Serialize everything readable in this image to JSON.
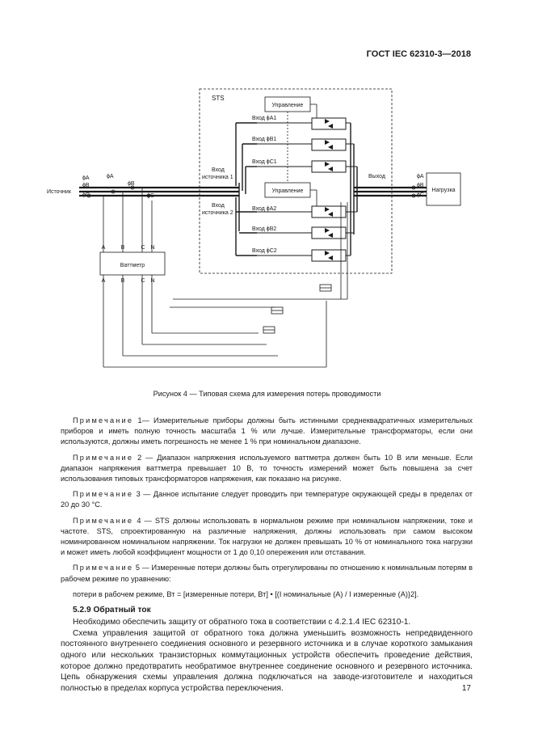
{
  "header": {
    "standard": "ГОСТ IEC 62310-3—2018"
  },
  "diagram": {
    "sts_label": "STS",
    "control_label": "Управление",
    "inputs_top": [
      "Вход ϕA1",
      "Вход ϕB1",
      "Вход ϕC1"
    ],
    "inputs_bottom": [
      "Вход ϕA2",
      "Вход ϕB2",
      "Вход ϕC2"
    ],
    "source1_line1": "Вход",
    "source1_line2": "источника 1",
    "source2_line1": "Вход",
    "source2_line2": "источника 2",
    "output_label": "Выход",
    "source_label": "Источник",
    "load_label": "Нагрузка",
    "wattmeter_label": "Ваттметр",
    "phases": [
      "ϕA",
      "ϕB",
      "ϕC"
    ],
    "meter_terminals": [
      "A",
      "B",
      "C",
      "N"
    ]
  },
  "caption": "Рисунок 4 — Типовая схема для измерения потерь проводимости",
  "notes": [
    {
      "label": "Примечание",
      "text": " 1— Измерительные приборы должны быть истинными среднеквадратичных измерительных приборов и иметь полную точность масштаба 1 % или лучше. Измерительные трансформаторы, если они используются, должны иметь погрешность не менее 1 % при номинальном диапазоне."
    },
    {
      "label": "Примечание",
      "text": " 2 — Диапазон напряжения используемого ваттметра должен быть 10 В или меньше. Если диапазон напряжения ваттметра превышает 10 В, то точность измерений может быть повышена за счет использования типовых трансформаторов напряжения, как показано на рисунке."
    },
    {
      "label": "Примечание",
      "text": " 3 — Данное испытание следует проводить при температуре окружающей среды в пределах от 20 до 30 °С."
    },
    {
      "label": "Примечание",
      "text": " 4 — STS должны использовать в нормальном режиме при номинальном напряжении, токе и частоте. STS, спроектированную на различные напряжения, должны использовать при самом высоком номинированном номинальном напряжении. Ток нагрузки не должен превышать 10 % от номинального тока нагрузки и может иметь любой коэффициент мощности от 1 до 0,10 опережения или отставания."
    },
    {
      "label": "Примечание",
      "text": " 5 — Измеренные потери должны быть отрегулированы по отношению к номинальным потерям в рабочем режиме по уравнению:"
    }
  ],
  "formula": "потери в рабочем режиме, Вт = [измеренные потери, Вт] • [(I номинальные (А) / I измеренные (А)}2].",
  "section": {
    "title": "5.2.9 Обратный ток",
    "paragraphs": [
      "Необходимо обеспечить защиту от обратного тока в соответствии с 4.2.1.4 IEC 62310-1.",
      "Схема управления защитой от обратного тока должна уменьшить возможность непредвиденного постоянного внутреннего соединения основного и резервного источника и в случае короткого замыкания одного или нескольких транзисторных коммутационных устройств обеспечить проведение действия, которое должно предотвратить необратимое внутреннее соединение основного и резервного источника. Цепь обнаружения схемы управления должна подключаться на заводе-изготовителе и находиться полностью в пределах корпуса устройства переключения."
    ]
  },
  "page_number": "17"
}
